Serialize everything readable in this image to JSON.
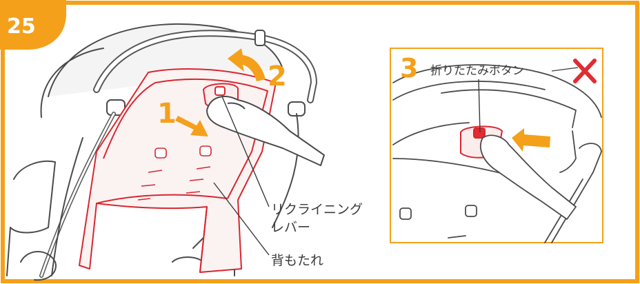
{
  "step_badge": "25",
  "main": {
    "step1": "1",
    "step2": "2",
    "label_lever_line1": "リクライニング",
    "label_lever_line2": "レバー",
    "label_backrest": "背もたれ"
  },
  "inset": {
    "step3": "3",
    "label_fold_button": "折りたたみボタン",
    "wrong_mark": "cross-icon"
  },
  "colors": {
    "accent_orange": "#f5a01a",
    "highlight_red": "#d8262e",
    "line_gray": "#4a4a4a"
  }
}
